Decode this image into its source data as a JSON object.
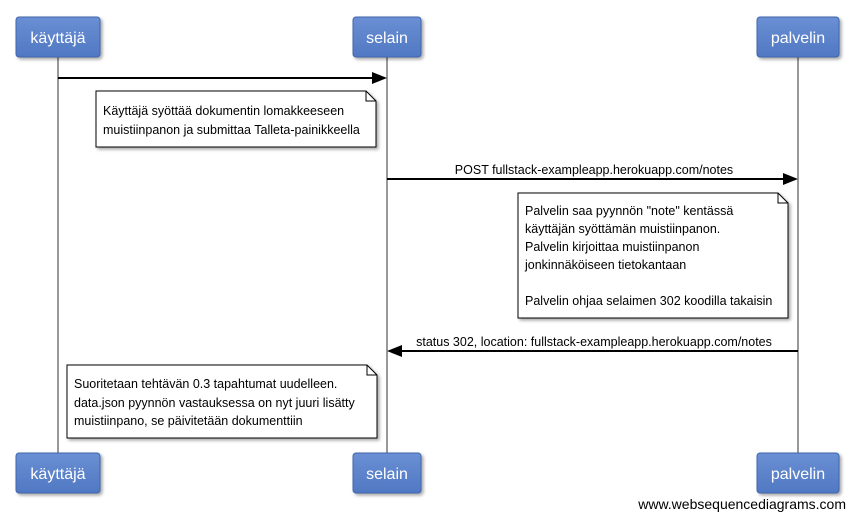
{
  "participants": [
    "käyttäjä",
    "selain",
    "palvelin"
  ],
  "messages": [
    {
      "from": 0,
      "to": 1,
      "label": ""
    },
    {
      "from": 1,
      "to": 2,
      "label": "POST fullstack-exampleapp.herokuapp.com/notes"
    },
    {
      "from": 2,
      "to": 1,
      "label": "status 302, location: fullstack-exampleapp.herokuapp.com/notes"
    }
  ],
  "notes": [
    {
      "lines": [
        "Käyttäjä syöttää dokumentin lomakkeeseen",
        "muistiinpanon ja submittaa Talleta-painikkeella"
      ]
    },
    {
      "lines": [
        "Palvelin saa pyynnön \"note\" kentässä",
        "käyttäjän syöttämän muistiinpanon.",
        "Palvelin kirjoittaa muistiinpanon",
        "jonkinnäköiseen tietokantaan",
        "",
        "Palvelin ohjaa selaimen 302 koodilla takaisin"
      ]
    },
    {
      "lines": [
        "Suoritetaan tehtävän 0.3 tapahtumat uudelleen.",
        "data.json pyynnön vastauksessa on nyt juuri lisätty",
        "muistiinpano, se päivitetään dokumenttiin"
      ]
    }
  ],
  "footer": "www.websequencediagrams.com",
  "colors": {
    "actor_fill": "#5b82c9",
    "actor_stroke": "#3f66ad",
    "lifeline": "#999999",
    "arrow": "#000000",
    "note_fill": "#ffffff"
  }
}
